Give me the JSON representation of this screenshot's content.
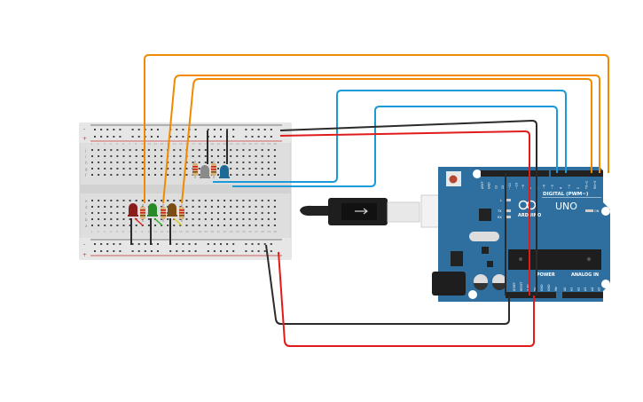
{
  "breadboard": {
    "row_labels_top": [
      "j",
      "i",
      "h",
      "g",
      "f"
    ],
    "row_labels_bottom": [
      "e",
      "d",
      "c",
      "b",
      "a"
    ],
    "rail_minus": "-",
    "rail_plus": "+",
    "columns": 30
  },
  "arduino": {
    "brand": "ARDUINO",
    "model": "UNO",
    "digital_label": "DIGITAL (PWM~)",
    "power_label": "POWER",
    "analog_label": "ANALOG IN",
    "on_label": "ON",
    "l_label": "L",
    "tx_label": "TX",
    "rx_label": "RX",
    "digital_pins": [
      "AREF",
      "GND",
      "13",
      "12",
      "~11",
      "~10",
      "~9",
      "8",
      "7",
      "~6",
      "~5",
      "4",
      "~3",
      "2",
      "TX→1",
      "RX←0"
    ],
    "power_pins": [
      "IOREF",
      "RESET",
      "3.3V",
      "5V",
      "GND",
      "GND",
      "Vin"
    ],
    "analog_pins": [
      "A0",
      "A1",
      "A2",
      "A3",
      "A4",
      "A5"
    ],
    "board_color": "#2f6f9f"
  },
  "components": {
    "leds": [
      {
        "color": "#8b1c1c"
      },
      {
        "color": "#2a8a2a"
      },
      {
        "color": "#7a4e14"
      },
      {
        "color": "#8a8a8a"
      },
      {
        "color": "#1d6a96"
      }
    ]
  },
  "wire_colors": {
    "orange": "#f08a00",
    "blue": "#1a9ad6",
    "black": "#2b2b2b",
    "red": "#e01b1b"
  }
}
